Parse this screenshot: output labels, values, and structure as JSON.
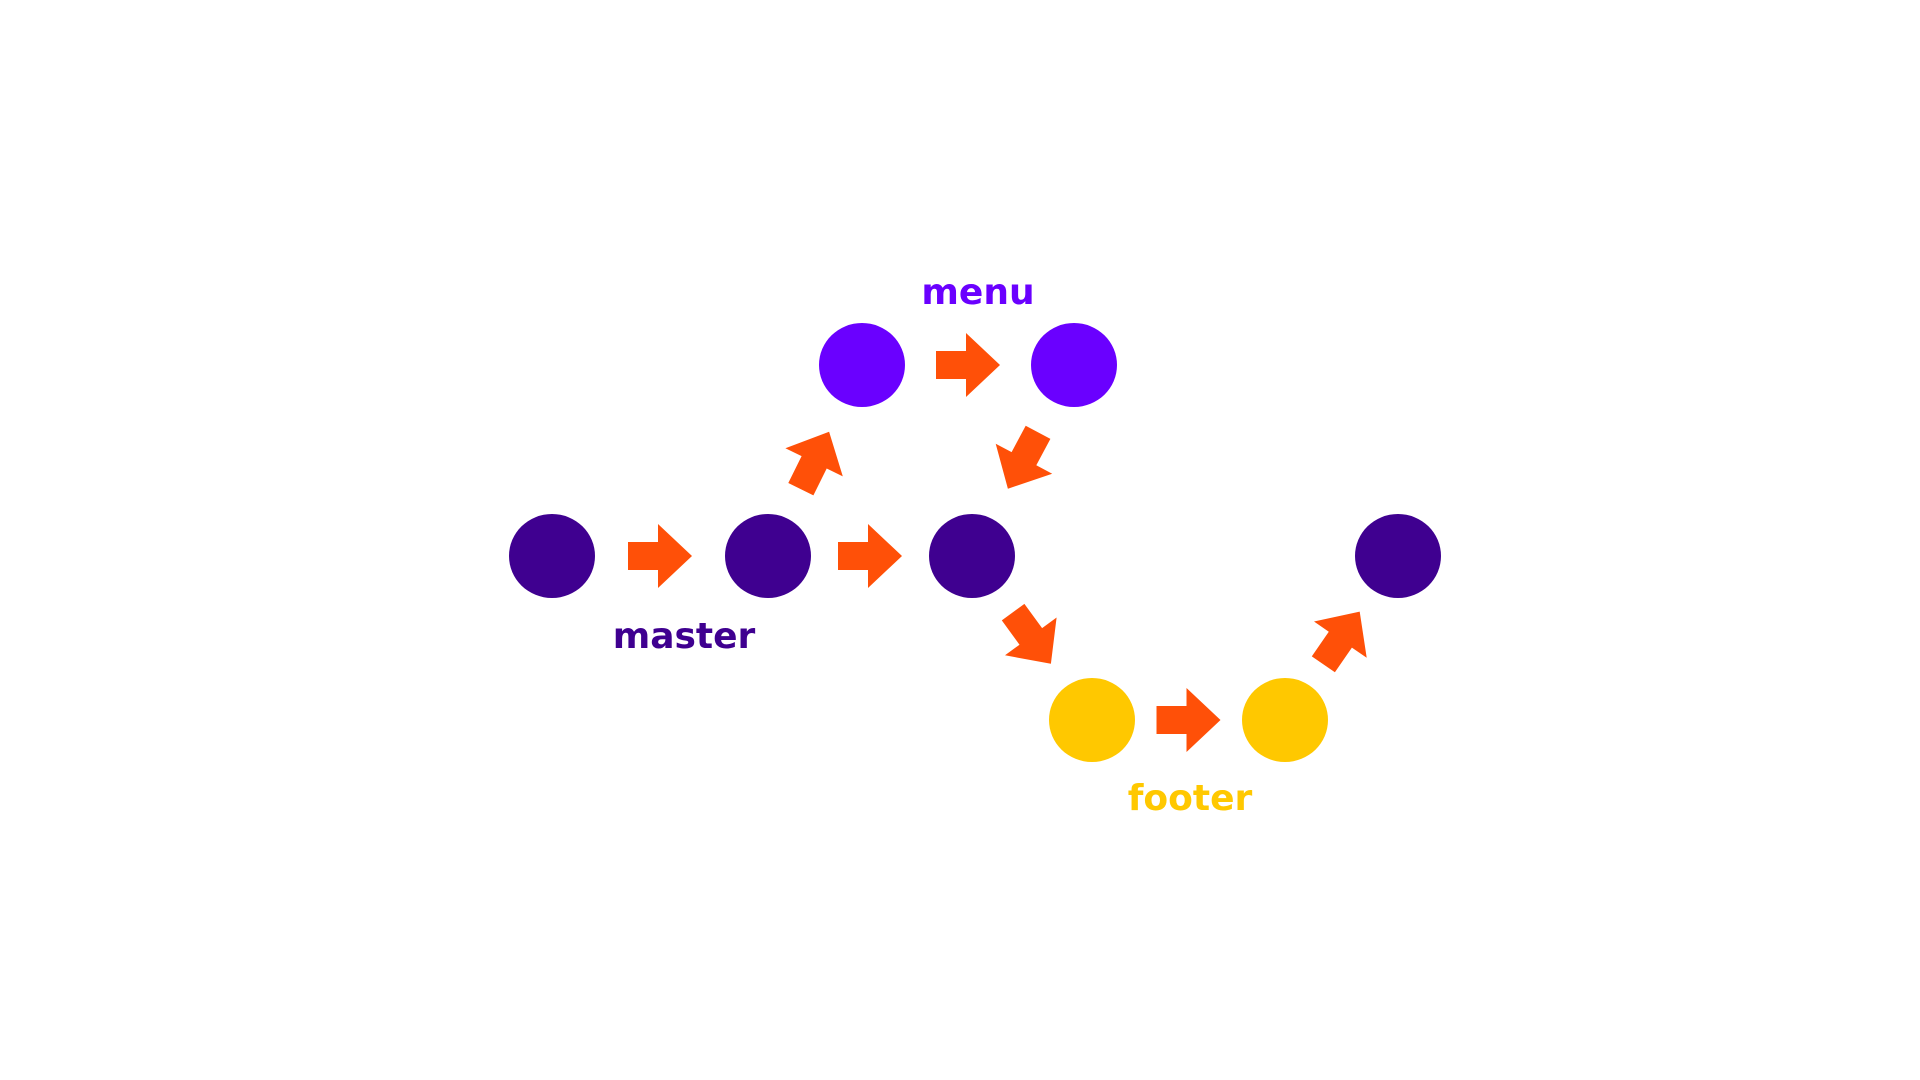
{
  "colors": {
    "background": "#ffffff",
    "master": "#3f0090",
    "menu": "#6a00ff",
    "footer": "#ffc800",
    "arrow": "#ff5008"
  },
  "branches": {
    "master": {
      "label": "master",
      "color": "#3f0090"
    },
    "menu": {
      "label": "menu",
      "color": "#6a00ff"
    },
    "footer": {
      "label": "footer",
      "color": "#ffc800"
    }
  },
  "commits": [
    {
      "id": "master-1",
      "branch": "master"
    },
    {
      "id": "master-2",
      "branch": "master"
    },
    {
      "id": "menu-1",
      "branch": "menu"
    },
    {
      "id": "menu-2",
      "branch": "menu"
    },
    {
      "id": "master-3",
      "branch": "master"
    },
    {
      "id": "footer-1",
      "branch": "footer"
    },
    {
      "id": "footer-2",
      "branch": "footer"
    },
    {
      "id": "master-4",
      "branch": "master"
    }
  ],
  "edges": [
    {
      "from": "master-1",
      "to": "master-2"
    },
    {
      "from": "master-2",
      "to": "menu-1"
    },
    {
      "from": "menu-1",
      "to": "menu-2"
    },
    {
      "from": "menu-2",
      "to": "master-3"
    },
    {
      "from": "master-2",
      "to": "master-3"
    },
    {
      "from": "master-3",
      "to": "footer-1"
    },
    {
      "from": "footer-1",
      "to": "footer-2"
    },
    {
      "from": "footer-2",
      "to": "master-4"
    }
  ]
}
